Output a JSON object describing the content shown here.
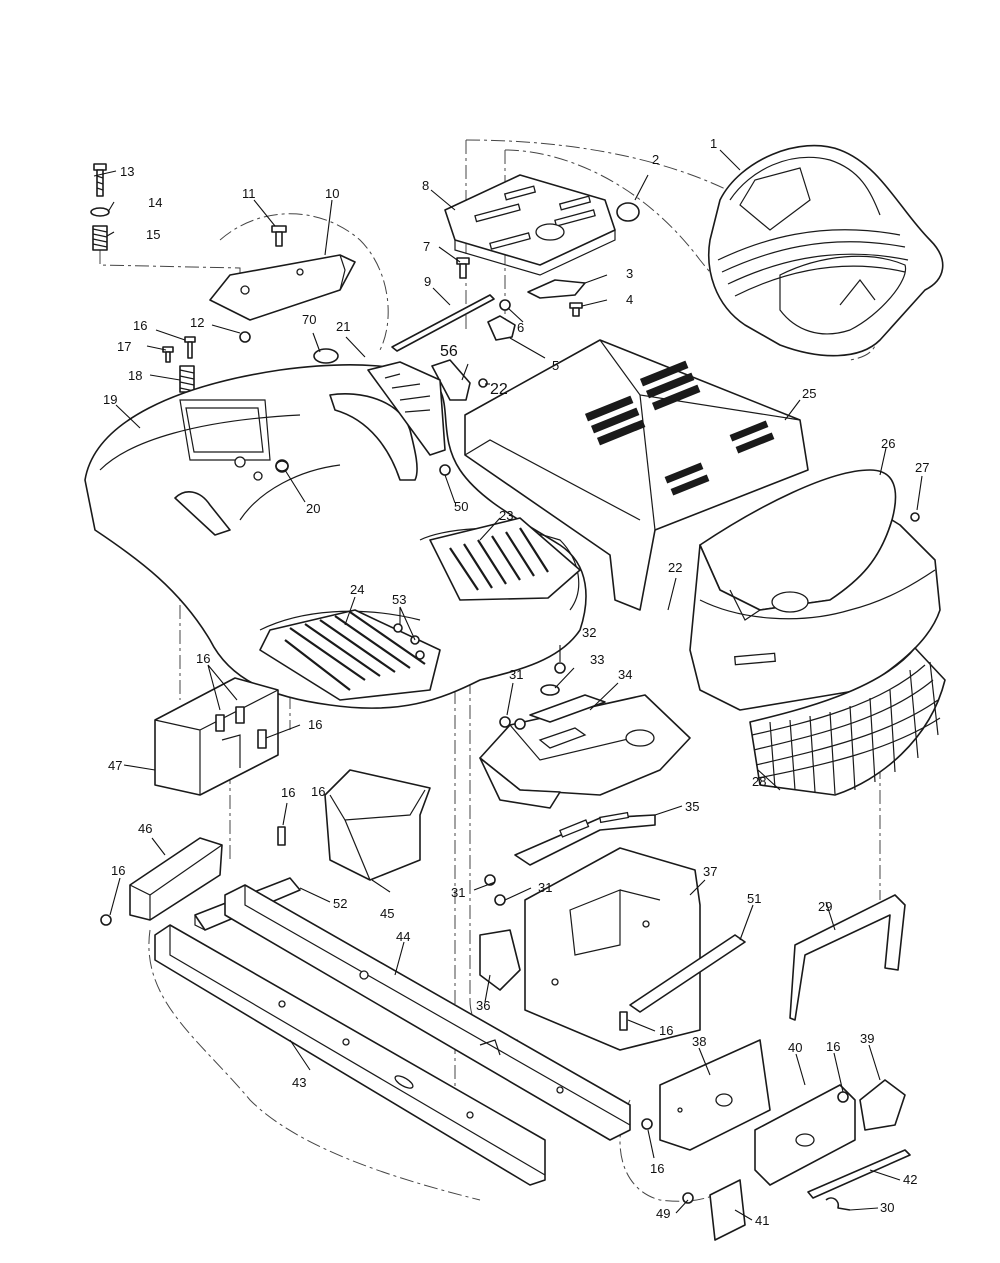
{
  "labels": [
    {
      "text": "1"
    },
    {
      "text": "2"
    },
    {
      "text": "3"
    },
    {
      "text": "4"
    },
    {
      "text": "5"
    },
    {
      "text": "6"
    },
    {
      "text": "7"
    },
    {
      "text": "8"
    },
    {
      "text": "9"
    },
    {
      "text": "10"
    },
    {
      "text": "11"
    },
    {
      "text": "12"
    },
    {
      "text": "13"
    },
    {
      "text": "14"
    },
    {
      "text": "15"
    },
    {
      "text": "16"
    },
    {
      "text": "17"
    },
    {
      "text": "18"
    },
    {
      "text": "19"
    },
    {
      "text": "20"
    },
    {
      "text": "21"
    },
    {
      "text": "22"
    },
    {
      "text": "23"
    },
    {
      "text": "24"
    },
    {
      "text": "25"
    },
    {
      "text": "26"
    },
    {
      "text": "27"
    },
    {
      "text": "28"
    },
    {
      "text": "22"
    },
    {
      "text": "32"
    },
    {
      "text": "33"
    },
    {
      "text": "34"
    },
    {
      "text": "31"
    },
    {
      "text": "50"
    },
    {
      "text": "53"
    },
    {
      "text": "56"
    },
    {
      "text": "70"
    },
    {
      "text": "16"
    },
    {
      "text": "16"
    },
    {
      "text": "47"
    },
    {
      "text": "16"
    },
    {
      "text": "46"
    },
    {
      "text": "16"
    },
    {
      "text": "52"
    },
    {
      "text": "45"
    },
    {
      "text": "44"
    },
    {
      "text": "43"
    },
    {
      "text": "35"
    },
    {
      "text": "31"
    },
    {
      "text": "31"
    },
    {
      "text": "37"
    },
    {
      "text": "36"
    },
    {
      "text": "51"
    },
    {
      "text": "29"
    },
    {
      "text": "16"
    },
    {
      "text": "38"
    },
    {
      "text": "40"
    },
    {
      "text": "16"
    },
    {
      "text": "39"
    },
    {
      "text": "16"
    },
    {
      "text": "42"
    },
    {
      "text": "49"
    },
    {
      "text": "41"
    },
    {
      "text": "30"
    },
    {
      "text": "16"
    }
  ]
}
